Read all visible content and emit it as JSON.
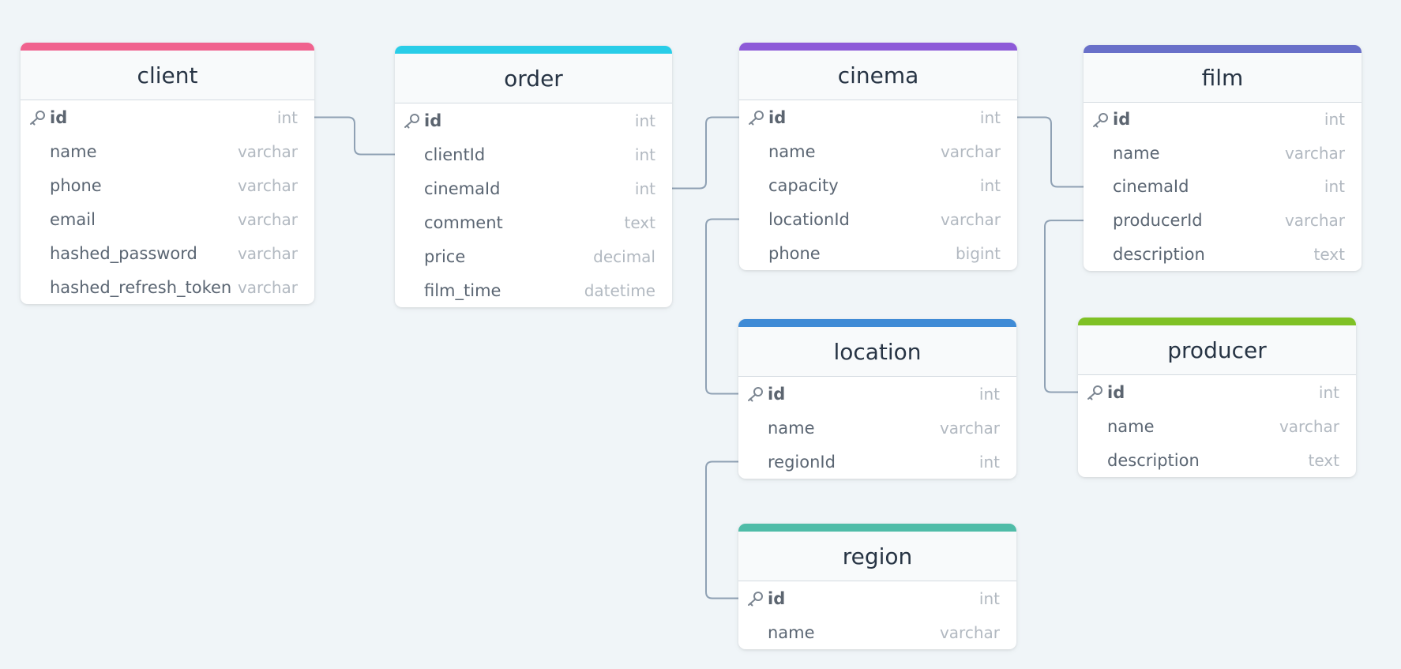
{
  "colors": {
    "background": "#f0f5f8",
    "connector": "#8fa1b4",
    "client": "#f0628e",
    "order": "#29cde8",
    "cinema": "#8d5ad8",
    "film": "#6970c9",
    "location": "#3f8bd6",
    "producer": "#7fc125",
    "region": "#4fbca8"
  },
  "tables": {
    "client": {
      "name": "client",
      "fields": [
        {
          "name": "id",
          "type": "int",
          "pk": true
        },
        {
          "name": "name",
          "type": "varchar"
        },
        {
          "name": "phone",
          "type": "varchar"
        },
        {
          "name": "email",
          "type": "varchar"
        },
        {
          "name": "hashed_password",
          "type": "varchar"
        },
        {
          "name": "hashed_refresh_token",
          "type": "varchar"
        }
      ]
    },
    "order": {
      "name": "order",
      "fields": [
        {
          "name": "id",
          "type": "int",
          "pk": true
        },
        {
          "name": "clientId",
          "type": "int"
        },
        {
          "name": "cinemaId",
          "type": "int"
        },
        {
          "name": "comment",
          "type": "text"
        },
        {
          "name": "price",
          "type": "decimal"
        },
        {
          "name": "film_time",
          "type": "datetime"
        }
      ]
    },
    "cinema": {
      "name": "cinema",
      "fields": [
        {
          "name": "id",
          "type": "int",
          "pk": true
        },
        {
          "name": "name",
          "type": "varchar"
        },
        {
          "name": "capacity",
          "type": "int"
        },
        {
          "name": "locationId",
          "type": "varchar"
        },
        {
          "name": "phone",
          "type": "bigint"
        }
      ]
    },
    "film": {
      "name": "film",
      "fields": [
        {
          "name": "id",
          "type": "int",
          "pk": true
        },
        {
          "name": "name",
          "type": "varchar"
        },
        {
          "name": "cinemaId",
          "type": "int"
        },
        {
          "name": "producerId",
          "type": "varchar"
        },
        {
          "name": "description",
          "type": "text"
        }
      ]
    },
    "location": {
      "name": "location",
      "fields": [
        {
          "name": "id",
          "type": "int",
          "pk": true
        },
        {
          "name": "name",
          "type": "varchar"
        },
        {
          "name": "regionId",
          "type": "int"
        }
      ]
    },
    "producer": {
      "name": "producer",
      "fields": [
        {
          "name": "id",
          "type": "int",
          "pk": true
        },
        {
          "name": "name",
          "type": "varchar"
        },
        {
          "name": "description",
          "type": "text"
        }
      ]
    },
    "region": {
      "name": "region",
      "fields": [
        {
          "name": "id",
          "type": "int",
          "pk": true
        },
        {
          "name": "name",
          "type": "varchar"
        }
      ]
    }
  },
  "relations": [
    {
      "from": "client.id",
      "to": "order.clientId"
    },
    {
      "from": "order.cinemaId",
      "to": "cinema.id"
    },
    {
      "from": "cinema.id",
      "to": "film.cinemaId"
    },
    {
      "from": "cinema.locationId",
      "to": "location.id"
    },
    {
      "from": "location.regionId",
      "to": "region.id"
    },
    {
      "from": "film.producerId",
      "to": "producer.id"
    }
  ],
  "icons": {
    "primary_key": "key-icon"
  }
}
